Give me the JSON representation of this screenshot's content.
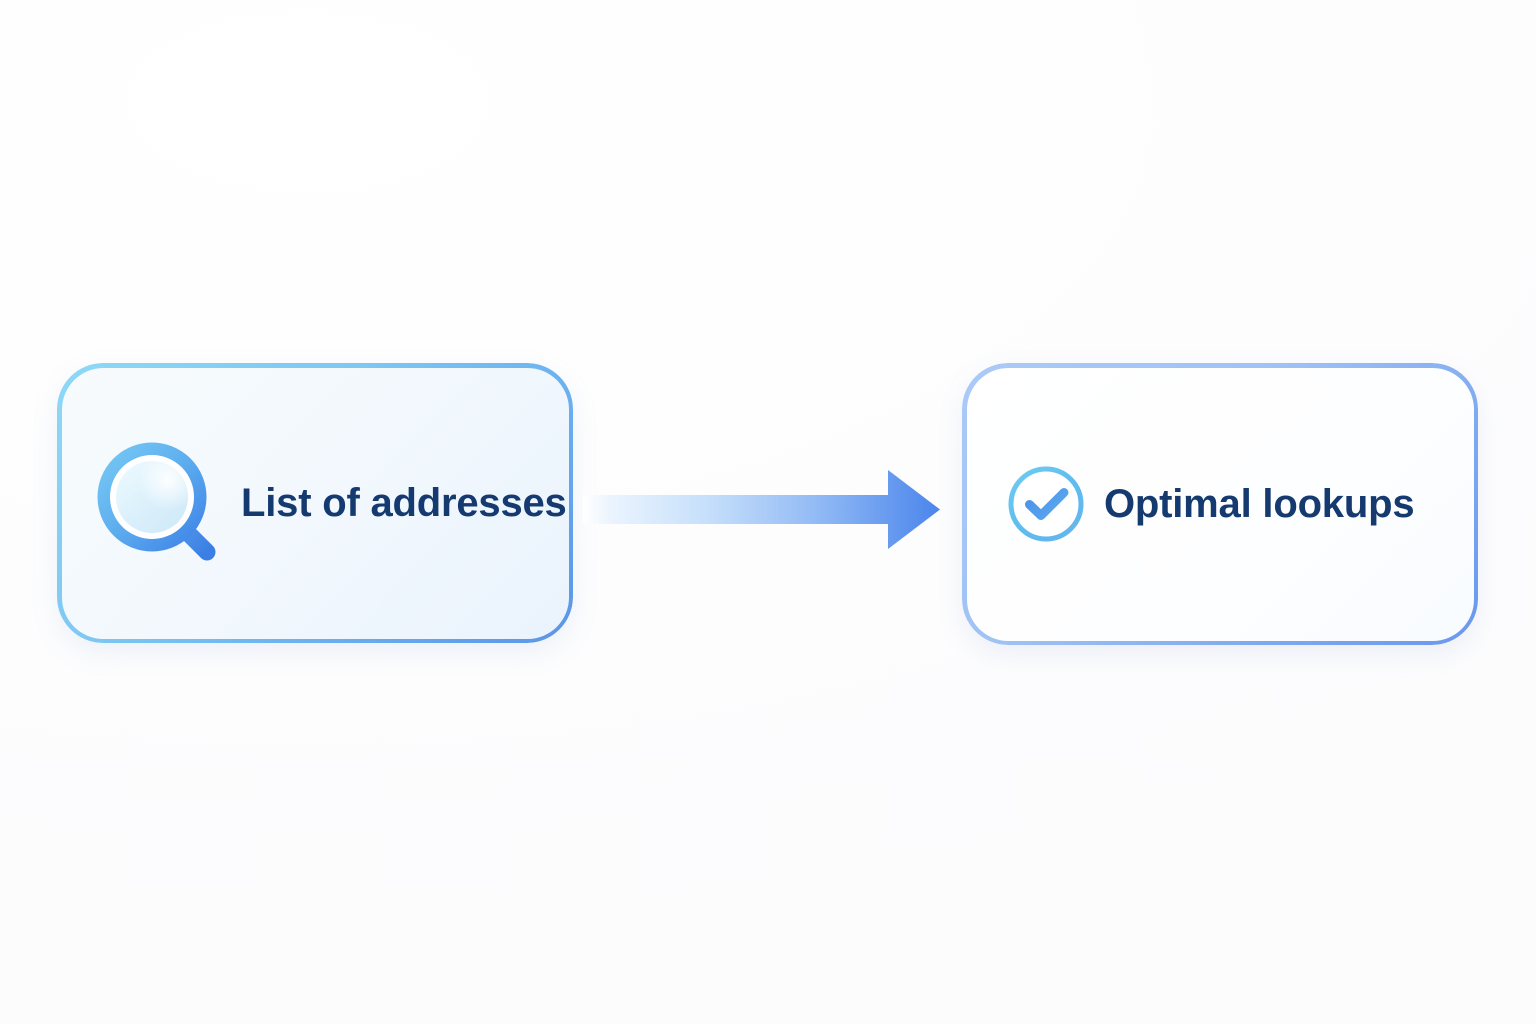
{
  "diagram": {
    "type": "flow",
    "background_color": "#fdfdfe",
    "direction": "left-to-right",
    "nodes": [
      {
        "id": "source",
        "label": "List of addresses",
        "icon": "magnifier-icon",
        "icon_name": "search-icon",
        "border_color_start": "#8ed8f6",
        "border_color_end": "#5a95e6",
        "fill_color_start": "#f7fbfd",
        "fill_color_end": "#eaf3fd",
        "text_color": "#143a70"
      },
      {
        "id": "target",
        "label": "Optimal lookups",
        "icon": "check-circle-icon",
        "icon_name": "check-circle-icon",
        "border_color_start": "#abcaf6",
        "border_color_end": "#6a97ec",
        "fill_color_start": "#ffffff",
        "fill_color_end": "#f8fbff",
        "text_color": "#143a70"
      }
    ],
    "connector": {
      "name": "arrow-connector",
      "from": "source",
      "to": "target",
      "shape": "right-arrow",
      "gradient_start": "#ffffff",
      "gradient_end": "#4b86ec"
    }
  }
}
